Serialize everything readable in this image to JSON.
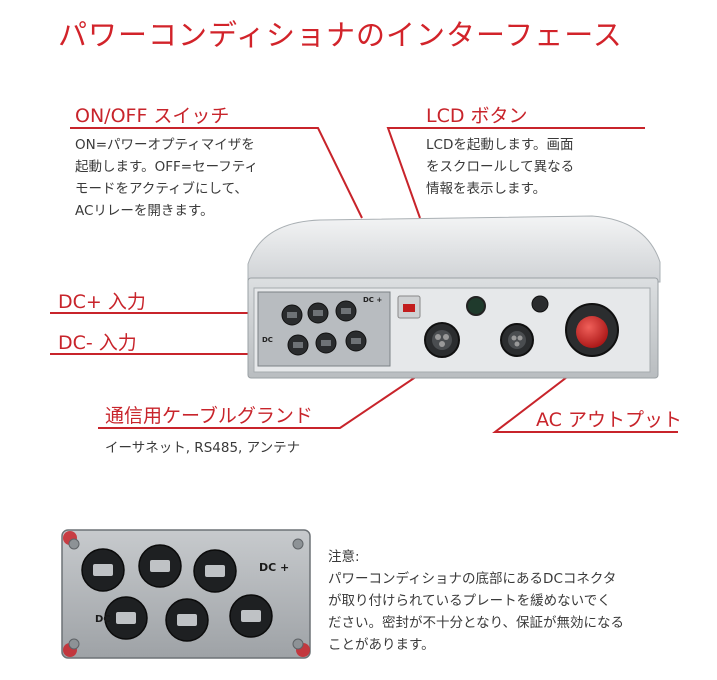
{
  "title": "パワーコンディショナのインターフェース",
  "callouts": {
    "onoff": {
      "label": "ON/OFF スイッチ",
      "lines": [
        "ON=パワーオプティマイザを",
        "起動します。OFF=セーフティ",
        "モードをアクティブにして、",
        "ACリレーを開きます。"
      ]
    },
    "lcd": {
      "label": "LCD ボタン",
      "lines": [
        "LCDを起動します。画面",
        "をスクロールして異なる",
        "情報を表示します。"
      ]
    },
    "dc_plus": {
      "label": "DC+ 入力"
    },
    "dc_minus": {
      "label": "DC- 入力"
    },
    "glands": {
      "label": "通信用ケーブルグランド",
      "sub": "イーサネット, RS485, アンテナ"
    },
    "ac": {
      "label": "AC アウトプット"
    }
  },
  "device": {
    "dc_plus_mark": "DC +",
    "dc_mark": "DC"
  },
  "closeup": {
    "dc_plus_mark": "DC +",
    "dc_mark": "DC"
  },
  "note": {
    "heading": "注意:",
    "lines": [
      "パワーコンディショナの底部にあるDCコネクタ",
      "が取り付けられているプレートを緩めないでく",
      "ださい。密封が不十分となり、保証が無効になる",
      "ことがあります。"
    ]
  },
  "colors": {
    "accent": "#c8242b",
    "title": "#d2232a"
  }
}
